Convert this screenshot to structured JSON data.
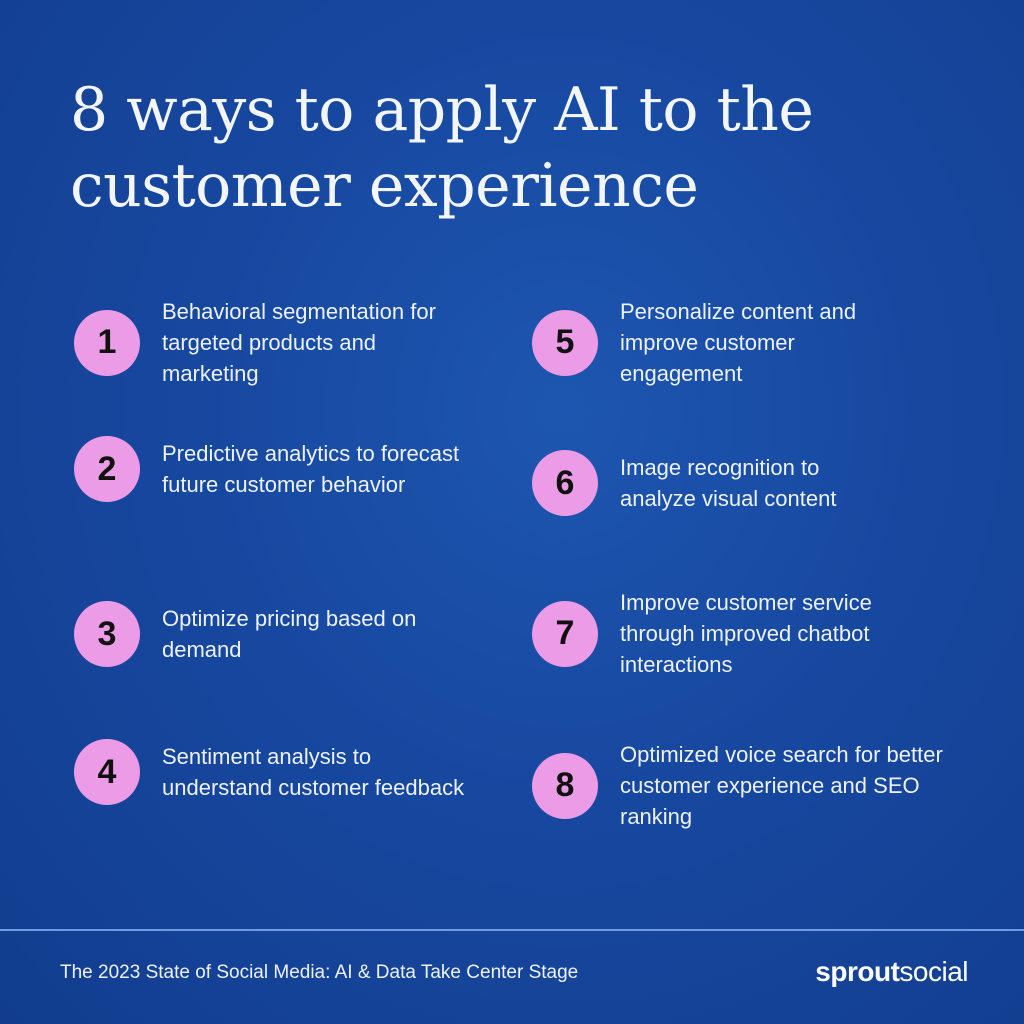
{
  "title": {
    "line1": "8 ways to apply AI to the",
    "line2": "customer experience"
  },
  "colors": {
    "background": "#1748a0",
    "badge": "#ec9be6",
    "rule": "#6f9be0"
  },
  "items": [
    {
      "number": "1",
      "text": "Behavioral segmentation for targeted products and marketing"
    },
    {
      "number": "2",
      "text": "Predictive analytics to forecast future customer behavior"
    },
    {
      "number": "3",
      "text": "Optimize pricing based on demand"
    },
    {
      "number": "4",
      "text": "Sentiment analysis to understand customer feedback"
    },
    {
      "number": "5",
      "text": "Personalize content and improve customer engagement"
    },
    {
      "number": "6",
      "text": "Image recognition to analyze visual content"
    },
    {
      "number": "7",
      "text": "Improve customer service through improved chatbot interactions"
    },
    {
      "number": "8",
      "text": "Optimized voice search for better customer experience and SEO ranking"
    }
  ],
  "footer": {
    "source": "The 2023 State of Social Media: AI & Data Take Center Stage",
    "logo_bold": "sprout",
    "logo_light": "social"
  }
}
